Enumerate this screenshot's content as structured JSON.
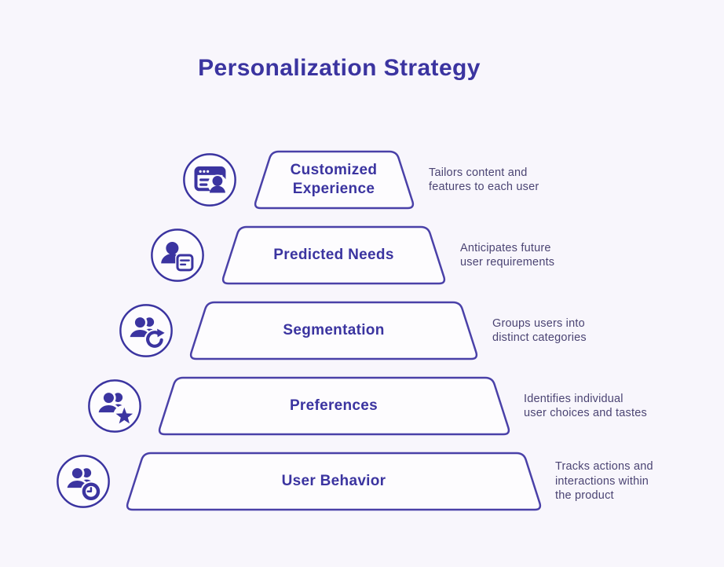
{
  "title": "Personalization Strategy",
  "levels": [
    {
      "label": "Customized\nExperience",
      "description": "Tailors content and\nfeatures to each user",
      "icon": "browser-user-icon"
    },
    {
      "label": "Predicted Needs",
      "description": "Anticipates future\nuser requirements",
      "icon": "user-note-icon"
    },
    {
      "label": "Segmentation",
      "description": "Groups users into\ndistinct categories",
      "icon": "users-refresh-icon"
    },
    {
      "label": "Preferences",
      "description": "Identifies individual\nuser choices and tastes",
      "icon": "users-star-icon"
    },
    {
      "label": "User Behavior",
      "description": "Tracks actions and\ninteractions within\nthe product",
      "icon": "users-clock-icon"
    }
  ],
  "colors": {
    "background": "#f8f6fc",
    "primary": "#3b34a0",
    "shape_border": "#4a41a8",
    "shape_fill": "#fdfcfe",
    "description_text": "#4b4473"
  }
}
